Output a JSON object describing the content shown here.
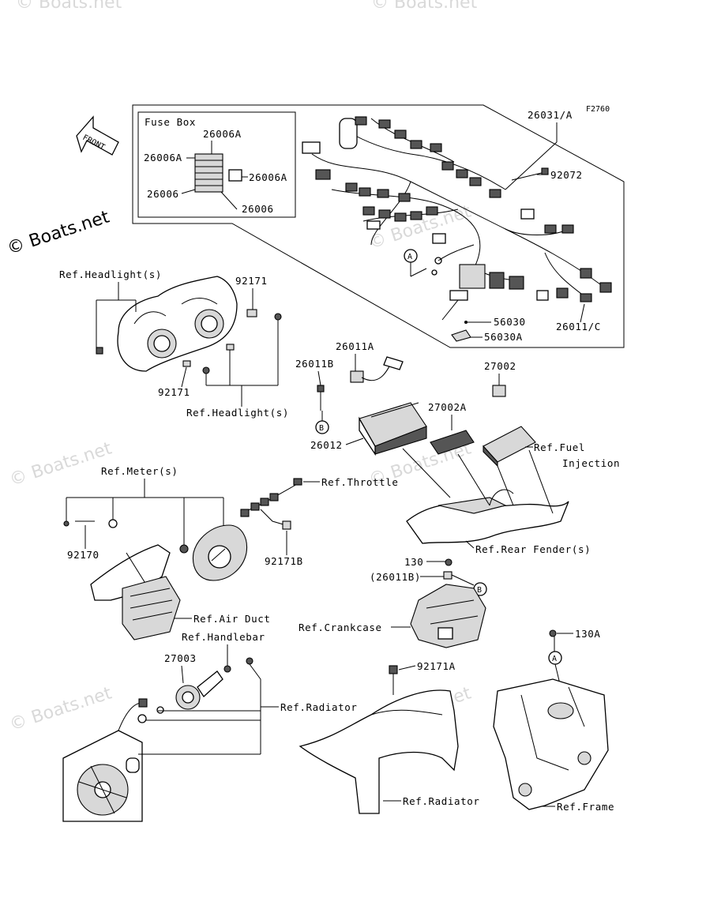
{
  "figure_code": "F2760",
  "watermark": "© Boats.net",
  "front_arrow": "FRONT",
  "fuse_box": {
    "title": "Fuse Box",
    "labels": [
      "26006A",
      "26006A",
      "26006A",
      "26006",
      "26006"
    ]
  },
  "labels": {
    "harness": "26031/A",
    "p92072": "92072",
    "p56030": "56030",
    "p56030A": "56030A",
    "p26011C": "26011/C",
    "ref_headlight_top": "Ref.Headlight(s)",
    "p92171_top": "92171",
    "p92171_bottom": "92171",
    "ref_headlight_bottom": "Ref.Headlight(s)",
    "p26011A": "26011A",
    "p26011B": "26011B",
    "p27002": "27002",
    "p27002A": "27002A",
    "p26012": "26012",
    "ref_fuel_1": "Ref.Fuel",
    "ref_fuel_2": "Injection",
    "ref_meter": "Ref.Meter(s)",
    "ref_throttle": "Ref.Throttle",
    "p92170": "92170",
    "p92171B": "92171B",
    "ref_rear_fender": "Ref.Rear Fender(s)",
    "p130": "130",
    "p26011B_paren": "(26011B)",
    "ref_air_duct": "Ref.Air Duct",
    "ref_crankcase": "Ref.Crankcase",
    "ref_handlebar": "Ref.Handlebar",
    "p27003": "27003",
    "p92171A": "92171A",
    "p130A": "130A",
    "ref_radiator_1": "Ref.Radiator",
    "ref_radiator_2": "Ref.Radiator",
    "ref_frame": "Ref.Frame"
  },
  "markers": {
    "a_top": "A",
    "a_frame": "A",
    "b_left": "B",
    "b_right": "B"
  }
}
